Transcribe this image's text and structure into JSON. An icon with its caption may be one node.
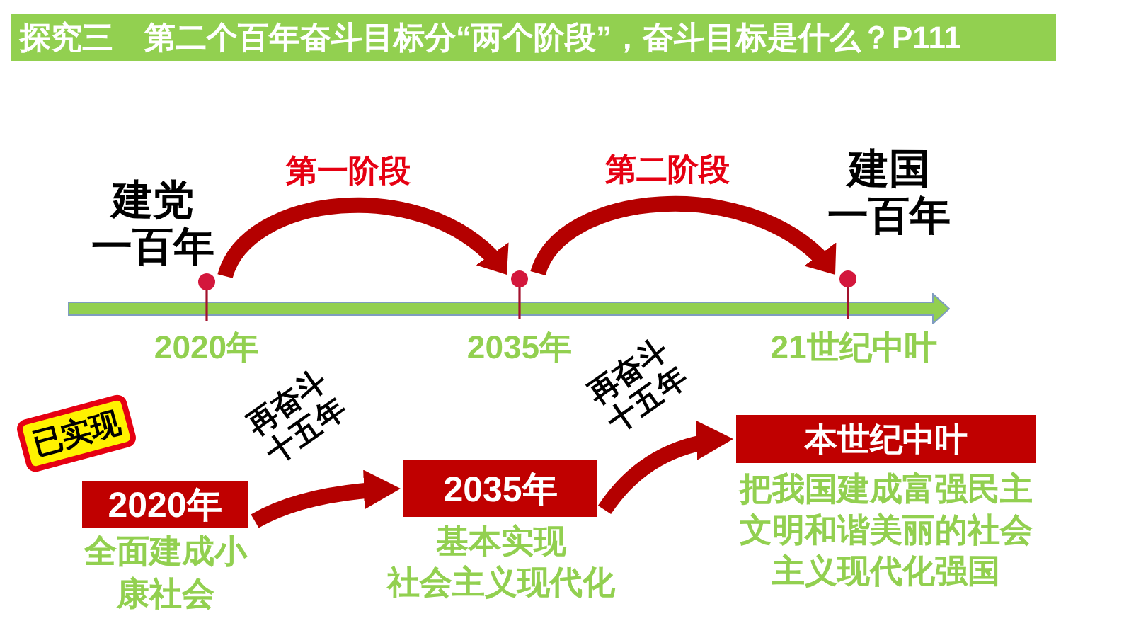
{
  "diagram": {
    "title": "探究三　第二个百年奋斗目标分“两个阶段”，奋斗目标是什么？P111",
    "nodes": [
      {
        "text": [],
        "shape": "bar"
      },
      {
        "text": [],
        "shape": "circle",
        "beside": [
          "建党一百年",
          "2020年"
        ]
      },
      {
        "text": [],
        "shape": "circle",
        "beside": [
          "2035年"
        ]
      },
      {
        "text": [],
        "shape": "circle",
        "beside": [
          "建国一百年",
          "21世纪中叶"
        ]
      },
      {
        "text": [
          "已实现"
        ]
      },
      {
        "text": [
          "2020年"
        ],
        "beside": [
          "全面建成小康社会"
        ]
      },
      {
        "text": [
          "2035年"
        ],
        "beside": [
          "基本实现社会主义现代化"
        ]
      },
      {
        "text": [
          "本世纪中叶"
        ],
        "beside": [
          "把我国建成富强民主文明和谐美丽的社会主义现代化强国"
        ]
      }
    ],
    "edges": [
      {
        "from": 1,
        "to": 2,
        "arrow": "to",
        "label": "第一阶段"
      },
      {
        "from": 2,
        "to": 3,
        "arrow": "to",
        "label": "第二阶段"
      },
      {
        "from": 5,
        "to": 6,
        "arrow": "to",
        "label": "再奋斗十五年"
      },
      {
        "from": 6,
        "to": 7,
        "arrow": "to",
        "label": "再奋斗十五年"
      }
    ]
  }
}
